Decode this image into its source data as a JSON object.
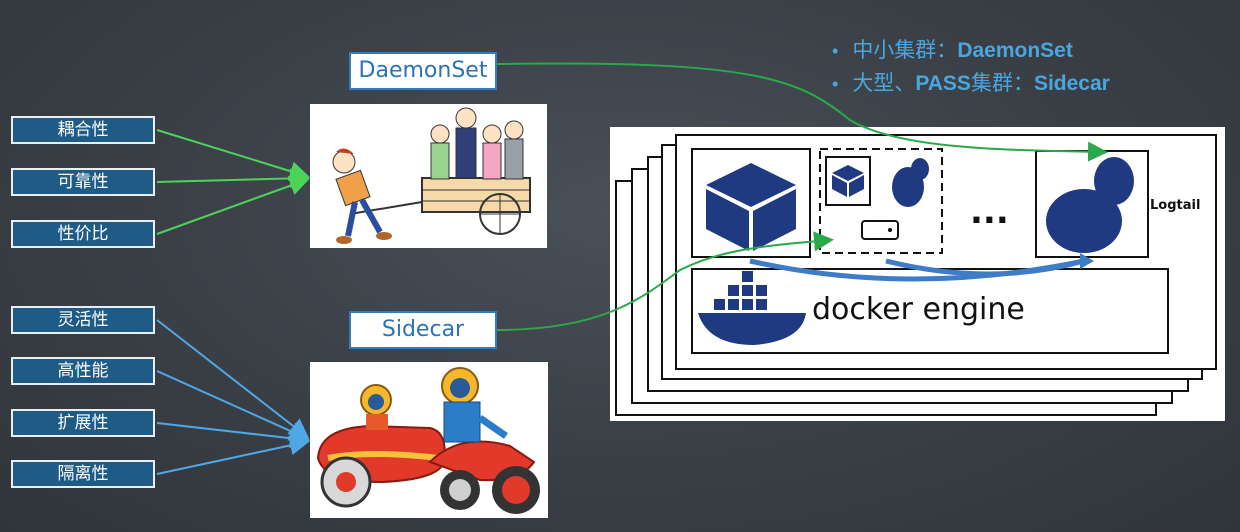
{
  "left_tags_top": [
    "耦合性",
    "可靠性",
    "性价比"
  ],
  "left_tags_bottom": [
    "灵活性",
    "高性能",
    "扩展性",
    "隔离性"
  ],
  "mode_labels": {
    "daemonset": "DaemonSet",
    "sidecar": "Sidecar"
  },
  "bullets": [
    {
      "prefix": "中小集群：",
      "strong": "DaemonSet"
    },
    {
      "prefix": "大型、",
      "strong_mid": "PASS",
      "mid": "集群：",
      "strong": "Sidecar"
    }
  ],
  "node_diagram": {
    "engine_label": "docker engine",
    "agent_label": "Logtail",
    "ellipsis": "..."
  },
  "colors": {
    "green_arrow": "#4cd35a",
    "blue_arrow": "#4fa8e6",
    "tag_bg": "#1e5b86",
    "accent": "#4aa6de",
    "navy": "#1f3a80"
  }
}
